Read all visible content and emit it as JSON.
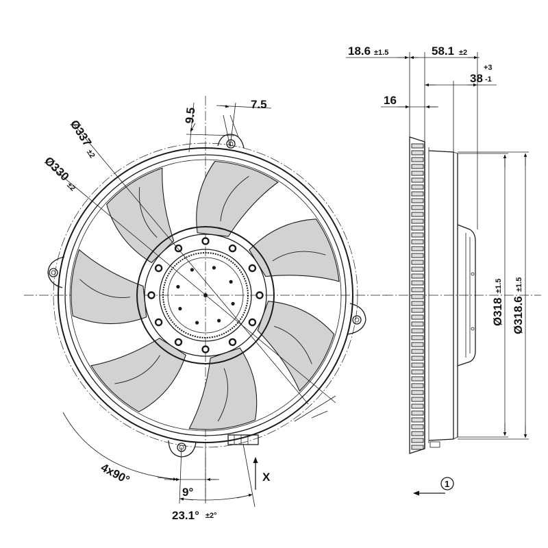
{
  "front_view": {
    "dim_9_5": "9.5",
    "dim_7_5": "7.5",
    "dim_d337": "Ø337",
    "dim_d337_tol": "±2",
    "dim_d330": "Ø330",
    "dim_d330_tol": "±2",
    "dim_4x90": "4x90°",
    "dim_9deg": "9°",
    "dim_23_1": "23.1°",
    "dim_23_1_tol": "±2°",
    "axis_label_x": "X",
    "blade_count": 7
  },
  "side_view": {
    "dim_18_6": "18.6",
    "dim_18_6_tol": "±1.5",
    "dim_58_1": "58.1",
    "dim_58_1_tol": "±2",
    "dim_38": "38",
    "dim_38_tol_upper": "+3",
    "dim_38_tol_lower": "-1",
    "dim_16": "16",
    "dim_d318": "Ø318",
    "dim_d318_tol": "±1.5",
    "dim_d318_6": "Ø318.6",
    "dim_d318_6_tol": "±1.5",
    "flow_marker": "1"
  }
}
